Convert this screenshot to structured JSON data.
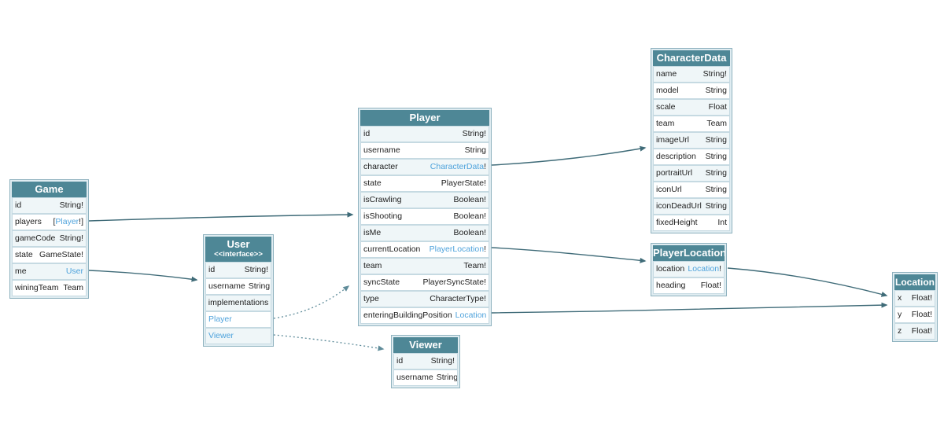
{
  "colors": {
    "header_teal": "#4e8796",
    "link_blue": "#4fa3dc",
    "edge_solid": "#3f6b78",
    "edge_dotted": "#5f8c9a",
    "row_alt": "#eff6f8",
    "node_frame": "#dfecf1"
  },
  "nodes": {
    "game": {
      "title": "Game",
      "fields": [
        {
          "name": "id",
          "pre": "String!",
          "link": "",
          "post": ""
        },
        {
          "name": "players",
          "pre": "[",
          "link": "Player",
          "post": "!]"
        },
        {
          "name": "gameCode",
          "pre": "String!",
          "link": "",
          "post": ""
        },
        {
          "name": "state",
          "pre": "GameState!",
          "link": "",
          "post": ""
        },
        {
          "name": "me",
          "pre": "",
          "link": "User",
          "post": ""
        },
        {
          "name": "winingTeam",
          "pre": "Team",
          "link": "",
          "post": ""
        }
      ]
    },
    "user": {
      "title": "User",
      "stereotype": "<<interface>>",
      "fields": [
        {
          "name": "id",
          "pre": "String!",
          "link": "",
          "post": ""
        },
        {
          "name": "username",
          "pre": "String",
          "link": "",
          "post": ""
        }
      ],
      "implementations_label": "implementations",
      "implementations": [
        "Player",
        "Viewer"
      ]
    },
    "player": {
      "title": "Player",
      "fields": [
        {
          "name": "id",
          "pre": "String!",
          "link": "",
          "post": ""
        },
        {
          "name": "username",
          "pre": "String",
          "link": "",
          "post": ""
        },
        {
          "name": "character",
          "pre": "",
          "link": "CharacterData",
          "post": "!"
        },
        {
          "name": "state",
          "pre": "PlayerState!",
          "link": "",
          "post": ""
        },
        {
          "name": "isCrawling",
          "pre": "Boolean!",
          "link": "",
          "post": ""
        },
        {
          "name": "isShooting",
          "pre": "Boolean!",
          "link": "",
          "post": ""
        },
        {
          "name": "isMe",
          "pre": "Boolean!",
          "link": "",
          "post": ""
        },
        {
          "name": "currentLocation",
          "pre": "",
          "link": "PlayerLocation",
          "post": "!"
        },
        {
          "name": "team",
          "pre": "Team!",
          "link": "",
          "post": ""
        },
        {
          "name": "syncState",
          "pre": "PlayerSyncState!",
          "link": "",
          "post": ""
        },
        {
          "name": "type",
          "pre": "CharacterType!",
          "link": "",
          "post": ""
        },
        {
          "name": "enteringBuildingPosition",
          "pre": "",
          "link": "Location",
          "post": ""
        }
      ]
    },
    "characterData": {
      "title": "CharacterData",
      "fields": [
        {
          "name": "name",
          "pre": "String!",
          "link": "",
          "post": ""
        },
        {
          "name": "model",
          "pre": "String",
          "link": "",
          "post": ""
        },
        {
          "name": "scale",
          "pre": "Float",
          "link": "",
          "post": ""
        },
        {
          "name": "team",
          "pre": "Team",
          "link": "",
          "post": ""
        },
        {
          "name": "imageUrl",
          "pre": "String",
          "link": "",
          "post": ""
        },
        {
          "name": "description",
          "pre": "String",
          "link": "",
          "post": ""
        },
        {
          "name": "portraitUrl",
          "pre": "String",
          "link": "",
          "post": ""
        },
        {
          "name": "iconUrl",
          "pre": "String",
          "link": "",
          "post": ""
        },
        {
          "name": "iconDeadUrl",
          "pre": "String",
          "link": "",
          "post": ""
        },
        {
          "name": "fixedHeight",
          "pre": "Int",
          "link": "",
          "post": ""
        }
      ]
    },
    "playerLocation": {
      "title": "PlayerLocation",
      "fields": [
        {
          "name": "location",
          "pre": "",
          "link": "Location",
          "post": "!"
        },
        {
          "name": "heading",
          "pre": "Float!",
          "link": "",
          "post": ""
        }
      ]
    },
    "location": {
      "title": "Location",
      "fields": [
        {
          "name": "x",
          "pre": "Float!",
          "link": "",
          "post": ""
        },
        {
          "name": "y",
          "pre": "Float!",
          "link": "",
          "post": ""
        },
        {
          "name": "z",
          "pre": "Float!",
          "link": "",
          "post": ""
        }
      ]
    },
    "viewer": {
      "title": "Viewer",
      "fields": [
        {
          "name": "id",
          "pre": "String!",
          "link": "",
          "post": ""
        },
        {
          "name": "username",
          "pre": "String",
          "link": "",
          "post": ""
        }
      ]
    }
  },
  "edges": [
    {
      "from": "Game.players",
      "to": "Player",
      "style": "solid"
    },
    {
      "from": "Game.me",
      "to": "User",
      "style": "solid"
    },
    {
      "from": "Player.character",
      "to": "CharacterData",
      "style": "solid"
    },
    {
      "from": "Player.currentLocation",
      "to": "PlayerLocation",
      "style": "solid"
    },
    {
      "from": "Player.enteringBuildingPosition",
      "to": "Location",
      "style": "solid"
    },
    {
      "from": "PlayerLocation.location",
      "to": "Location",
      "style": "solid"
    },
    {
      "from": "User.Player",
      "to": "Player",
      "style": "dotted"
    },
    {
      "from": "User.Viewer",
      "to": "Viewer",
      "style": "dotted"
    }
  ]
}
